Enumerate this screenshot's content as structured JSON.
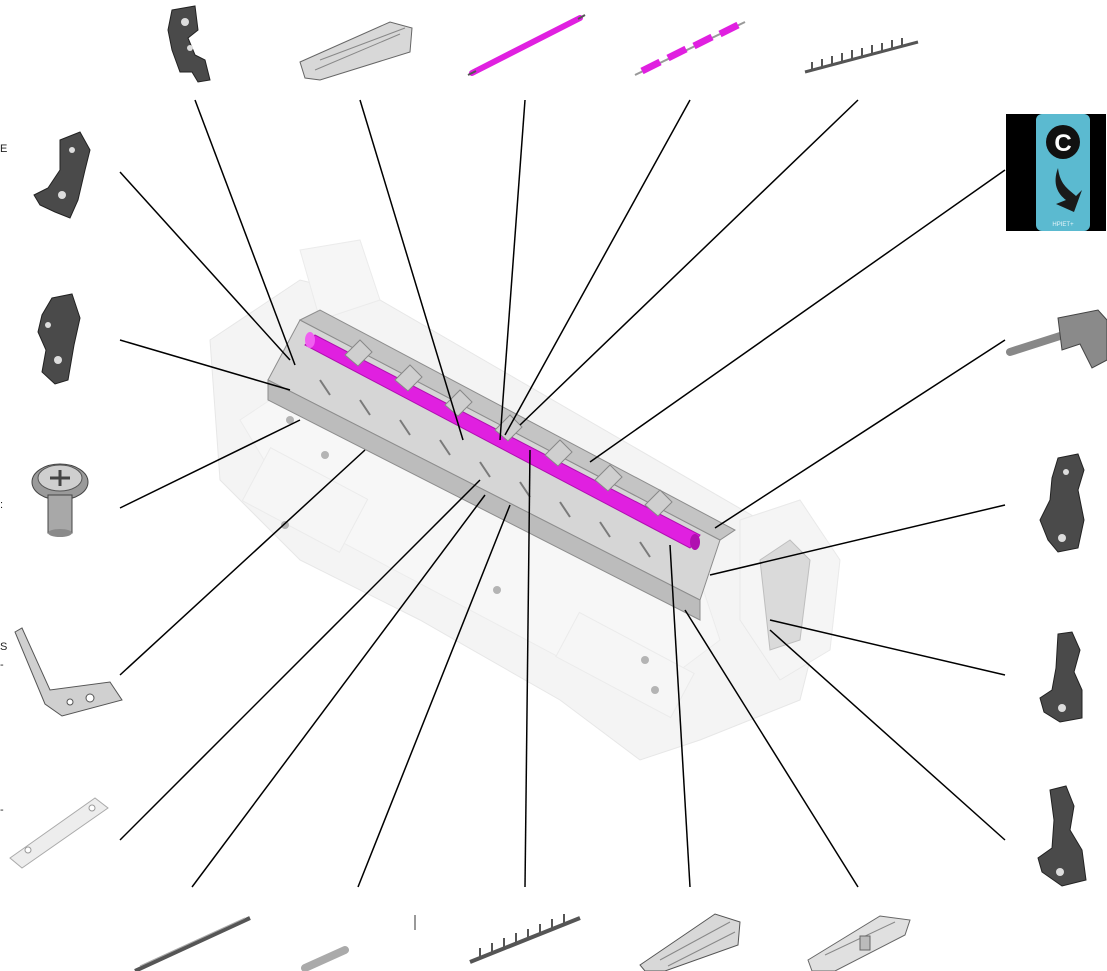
{
  "badge": {
    "letter": "C",
    "caption": "HPIET+",
    "color_bg": "#000000",
    "color_panel": "#5bbad0",
    "color_circle": "#111111",
    "color_arrow": "#1a1a1a"
  },
  "edge_fragments": {
    "left_1": "E",
    "left_2": ":",
    "left_3": "S",
    "left_4": "-",
    "left_5": "-"
  },
  "colors": {
    "highlight": "#e020e0",
    "part_gray": "#4a4a4a",
    "part_light": "#c8c8c8",
    "frame": "#d9d9d9",
    "leader": "#000000"
  },
  "parts": [
    "bracket-top-1",
    "guide-top-2",
    "roller-top-3",
    "roller-segmented-top-4",
    "finger-bar-top-5",
    "bracket-left-1",
    "bracket-left-2",
    "screw-left-3",
    "plate-left-4",
    "link-left-5",
    "shaft-right-2",
    "bracket-right-3",
    "bracket-right-4",
    "bracket-right-5",
    "rod-bottom-1",
    "pin-bottom-2",
    "comb-bottom-3",
    "guide-bottom-4",
    "frame-bottom-5"
  ]
}
